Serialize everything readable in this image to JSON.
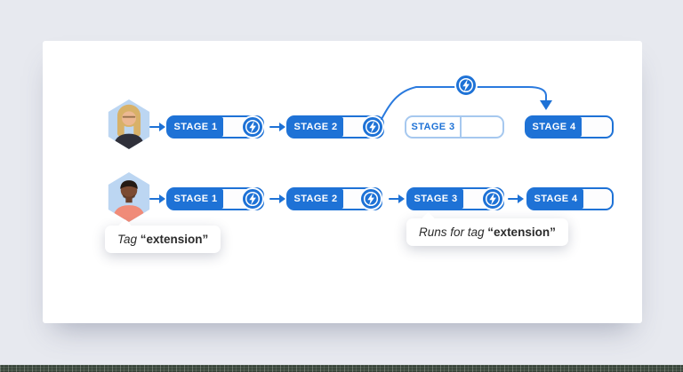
{
  "colors": {
    "accent": "#1e72d6",
    "accent_light_border": "#a6c8ef",
    "page_background": "#e7e9ef",
    "card_background": "#ffffff",
    "bottom_strip": "#465447",
    "avatar_photo_background": "#bcd6f2",
    "shirt_coral": "#f08b78"
  },
  "icons": {
    "bolt": "lightning-bolt-in-circle-badge",
    "arrow": "right-arrow-connector",
    "skip_arrow": "curved-skip-arrow"
  },
  "rows": [
    {
      "name": "pipeline-without-tag",
      "stages": [
        {
          "label": "STAGE 1",
          "variant": "filled",
          "bolt": true
        },
        {
          "label": "STAGE 2",
          "variant": "filled",
          "bolt": true
        },
        {
          "label": "STAGE 3",
          "variant": "outlined",
          "bolt": false
        },
        {
          "label": "STAGE 4",
          "variant": "filled",
          "bolt": false
        }
      ],
      "skip_connector_bolt": true
    },
    {
      "name": "pipeline-with-tag",
      "stages": [
        {
          "label": "STAGE 1",
          "variant": "filled",
          "bolt": true
        },
        {
          "label": "STAGE 2",
          "variant": "filled",
          "bolt": true
        },
        {
          "label": "STAGE 3",
          "variant": "filled",
          "bolt": true
        },
        {
          "label": "STAGE 4",
          "variant": "filled",
          "bolt": false
        }
      ]
    }
  ],
  "tooltips": [
    {
      "prefix": "Tag ",
      "tag": "“extension”"
    },
    {
      "prefix": "Runs for tag ",
      "tag": "“extension”"
    }
  ]
}
